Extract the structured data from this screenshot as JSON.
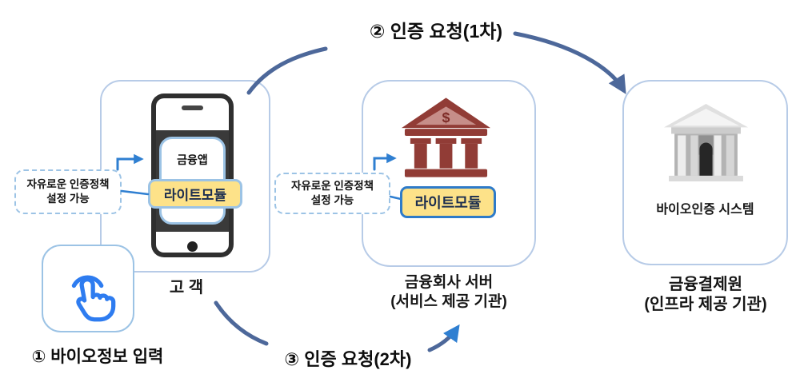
{
  "diagram": {
    "steps": {
      "step1": "① 바이오정보 입력",
      "step2": "② 인증 요청(1차)",
      "step3": "③ 인증 요청(2차)"
    },
    "customer": {
      "label": "고 객",
      "app_label": "금융앱",
      "module_label": "라이트모듈"
    },
    "server": {
      "label_line1": "금융회사 서버",
      "label_line2": "(서비스 제공 기관)",
      "module_label": "라이트모듈",
      "bank_symbol": "$"
    },
    "kftc": {
      "label_line1": "금융결제원",
      "label_line2": "(인프라 제공 기관)",
      "system_label": "바이오인증 시스템"
    },
    "callout_left": {
      "line1": "자유로운 인증정책",
      "line2": "설정 가능"
    },
    "callout_middle": {
      "line1": "자유로운 인증정책",
      "line2": "설정 가능"
    },
    "colors": {
      "flow_arrow": "#4d689a",
      "pointer_arrow": "#2f7fd1",
      "entity_border": "#b7cbe7",
      "callout_border": "#9cc3e5",
      "module_fill": "#fde289",
      "module_border_light": "#9cc3e5",
      "module_border_blue": "#2e7bc9",
      "bank_red": "#913c36",
      "bank_red_light": "#c68e89",
      "building_gray": "#c4c4c4",
      "hand_blue": "#2e7cf0"
    }
  }
}
